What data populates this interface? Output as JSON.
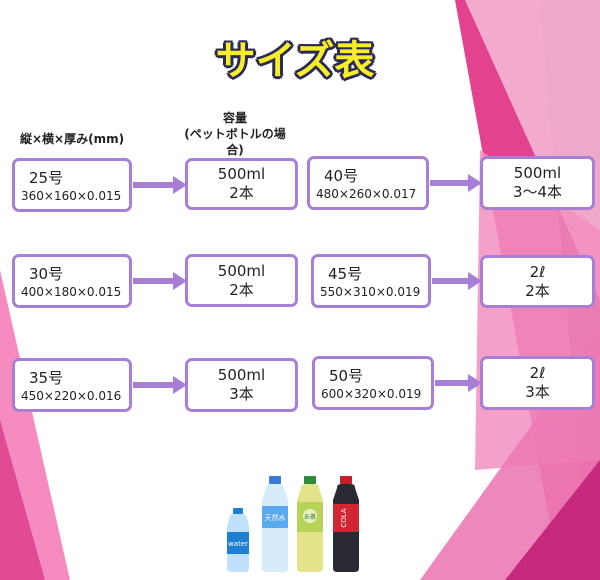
{
  "title": "サイズ表",
  "headers": {
    "dimensions": "縦×横×厚み(mm)",
    "capacity_line1": "容量",
    "capacity_line2": "(ペットボトルの場合)"
  },
  "rows": [
    {
      "size": "25号",
      "dims": "360×160×0.015",
      "volume": "500ml",
      "count": "2本"
    },
    {
      "size": "40号",
      "dims": "480×260×0.017",
      "volume": "500ml",
      "count": "3～4本"
    },
    {
      "size": "30号",
      "dims": "400×180×0.015",
      "volume": "500ml",
      "count": "2本"
    },
    {
      "size": "45号",
      "dims": "550×310×0.019",
      "volume": "2ℓ",
      "count": "2本"
    },
    {
      "size": "35号",
      "dims": "450×220×0.016",
      "volume": "500ml",
      "count": "3本"
    },
    {
      "size": "50号",
      "dims": "600×320×0.019",
      "volume": "2ℓ",
      "count": "3本"
    }
  ],
  "bottle_labels": {
    "water": "water",
    "natural": "天然水",
    "tea": "お茶",
    "cola": "COLA"
  },
  "colors": {
    "title_fill": "#f7ee2a",
    "title_outline": "#2a2a55",
    "box_border": "#a87fd6",
    "arrow": "#a87fd6",
    "magenta": "#d1357f"
  }
}
